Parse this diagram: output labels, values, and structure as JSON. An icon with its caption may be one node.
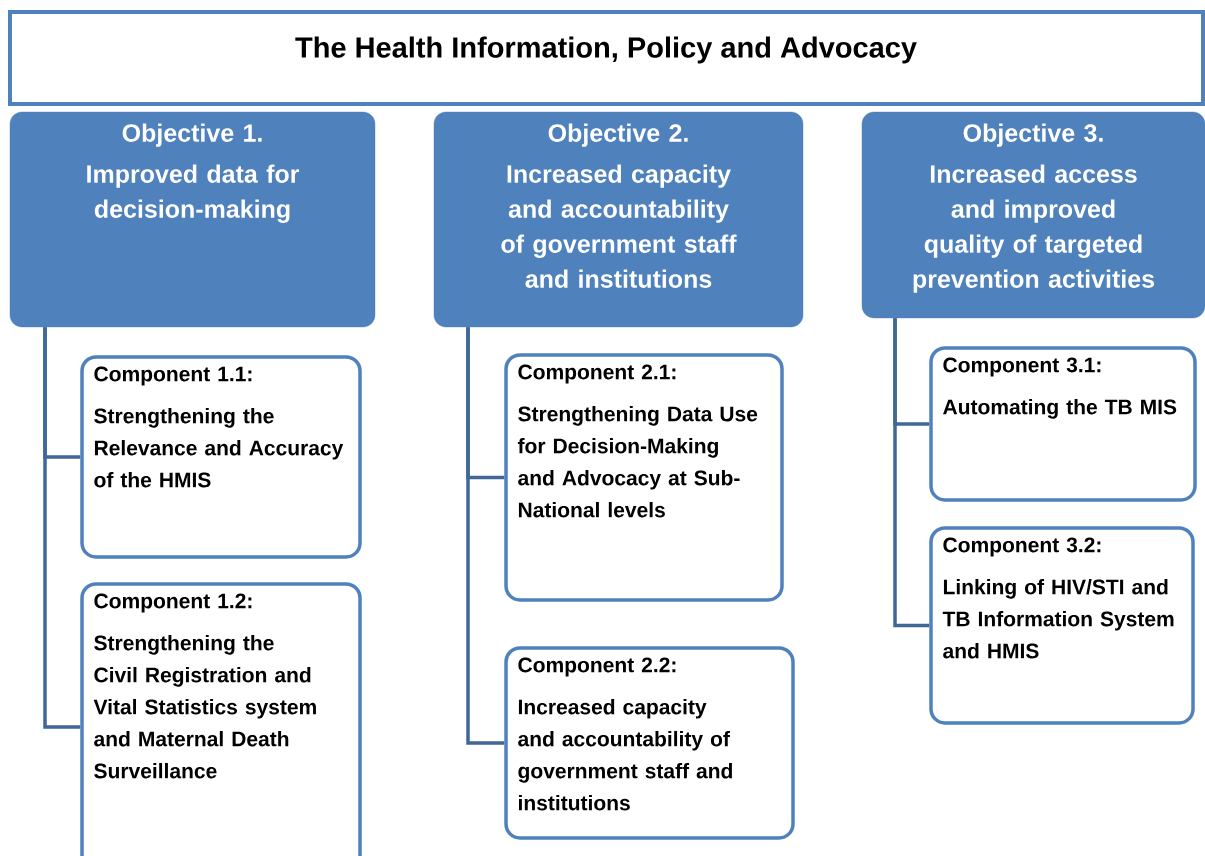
{
  "diagram": {
    "title": "The Health Information, Policy and Advocacy",
    "nodes": [
      {
        "text": [
          "Objective 1.",
          "Improved data for decision-making"
        ]
      },
      {
        "text": [
          "Objective 2.",
          "Increased capacity and accountability of government staff and institutions"
        ]
      },
      {
        "text": [
          "Objective 3.",
          "Increased access and improved quality of targeted prevention activities"
        ]
      },
      {
        "text": [
          "Component 1.1:",
          "Strengthening the Relevance and Accuracy of the HMIS"
        ]
      },
      {
        "text": [
          "Component 1.2:",
          "Strengthening the Civil Registration and Vital Statistics system and Maternal Death Surveillance"
        ]
      },
      {
        "text": [
          "Component 2.1:",
          "Strengthening Data Use for Decision-Making and Advocacy at Sub-National levels"
        ]
      },
      {
        "text": [
          "Component 2.2:",
          "Increased capacity and accountability of government staff and institutions"
        ]
      },
      {
        "text": [
          "Component 3.1:",
          "Automating the TB MIS"
        ]
      },
      {
        "text": [
          "Component 3.2:",
          "Linking of HIV/STI and TB Information System and HMIS"
        ]
      }
    ],
    "edges": [
      {
        "from": 0,
        "to": 3,
        "arrow": "none"
      },
      {
        "from": 0,
        "to": 4,
        "arrow": "none"
      },
      {
        "from": 1,
        "to": 5,
        "arrow": "none"
      },
      {
        "from": 1,
        "to": 6,
        "arrow": "none"
      },
      {
        "from": 2,
        "to": 7,
        "arrow": "none"
      },
      {
        "from": 2,
        "to": 8,
        "arrow": "none"
      }
    ]
  }
}
